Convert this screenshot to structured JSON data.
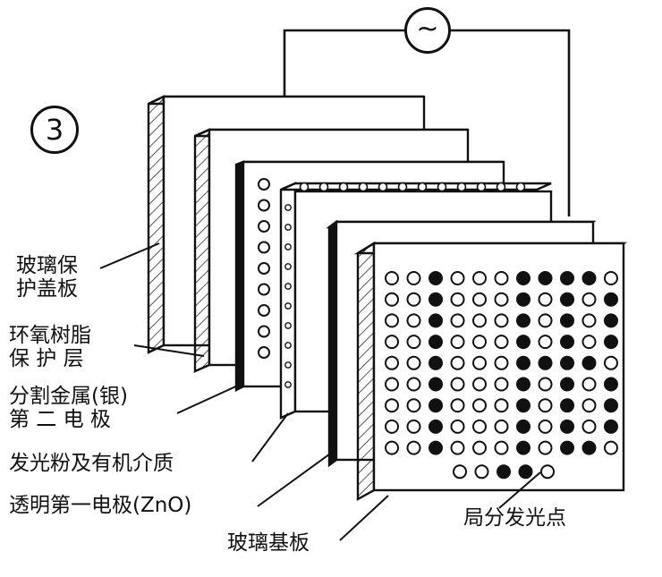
{
  "figure": {
    "number": "3",
    "source_symbol": "~"
  },
  "labels": {
    "glass_cover": [
      "玻璃保",
      "护盖板"
    ],
    "epoxy": [
      "环氧树脂",
      "保 护 层"
    ],
    "second_electrode": [
      "分割金属(银)",
      "第 二 电 极"
    ],
    "phosphor": "发光粉及有机介质",
    "first_electrode": "透明第一电极(ZnO)",
    "glass_substrate": "玻璃基板",
    "local_emission": "局分发光点"
  },
  "dot_matrix": {
    "rows": [
      [
        0,
        0,
        1,
        0,
        0,
        0,
        1,
        1,
        1,
        1,
        0
      ],
      [
        0,
        0,
        1,
        0,
        0,
        0,
        1,
        0,
        1,
        0,
        1
      ],
      [
        0,
        0,
        1,
        0,
        0,
        0,
        1,
        0,
        1,
        0,
        1
      ],
      [
        0,
        0,
        1,
        0,
        0,
        0,
        1,
        0,
        1,
        0,
        1
      ],
      [
        0,
        0,
        1,
        0,
        0,
        0,
        1,
        1,
        1,
        1,
        0
      ],
      [
        0,
        0,
        1,
        0,
        0,
        0,
        1,
        0,
        1,
        0,
        1
      ],
      [
        0,
        0,
        1,
        0,
        0,
        0,
        1,
        0,
        1,
        0,
        1
      ],
      [
        0,
        0,
        1,
        0,
        0,
        0,
        1,
        0,
        1,
        0,
        1
      ],
      [
        0,
        0,
        1,
        0,
        0,
        0,
        1,
        0,
        1,
        1,
        0
      ]
    ],
    "bottom_row": [
      0,
      0,
      1,
      1,
      0
    ]
  },
  "colors": {
    "ink": "#111111",
    "paper": "#ffffff"
  }
}
